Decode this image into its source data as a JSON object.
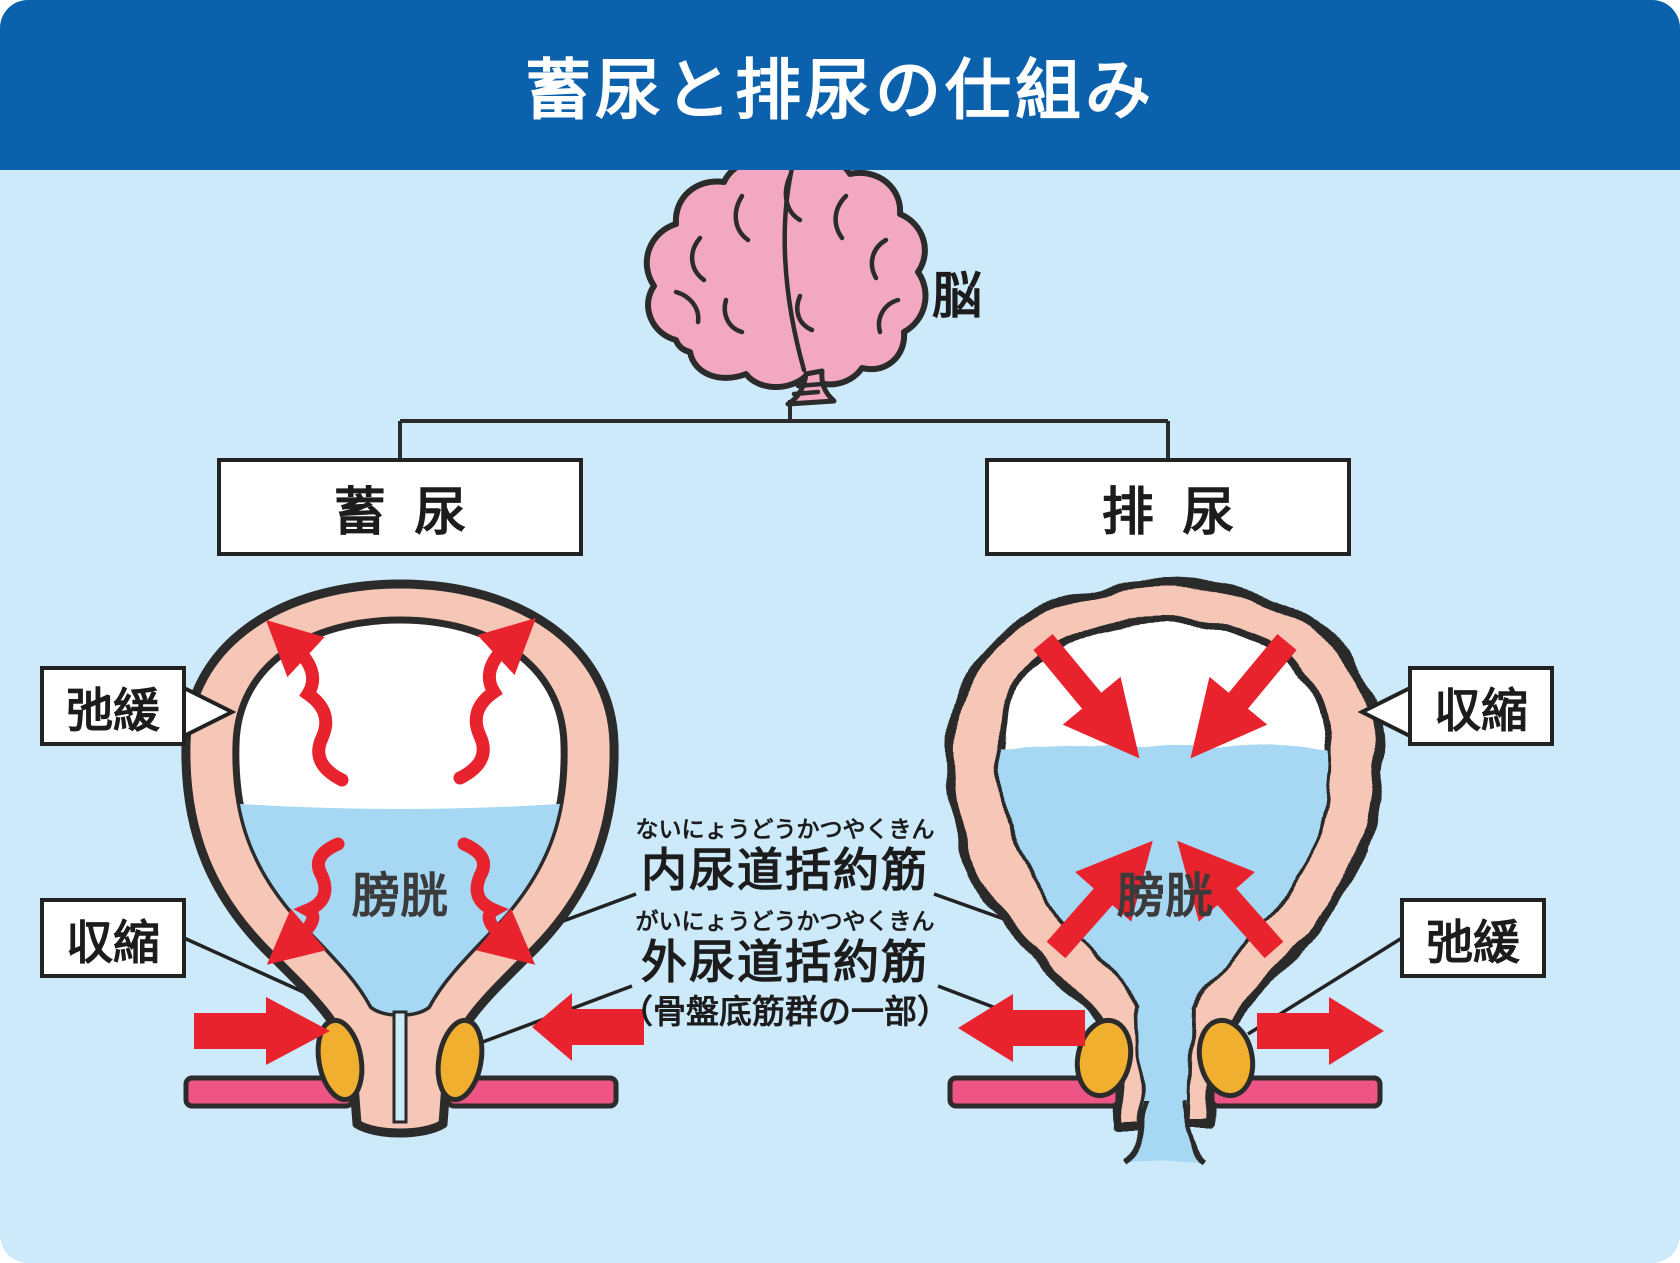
{
  "title": "蓄尿と排尿の仕組み",
  "brain": {
    "label": "脳"
  },
  "storage": {
    "heading": "蓄尿",
    "wall_state": "弛緩",
    "outlet_state": "収縮",
    "organ": "膀胱"
  },
  "voiding": {
    "heading": "排尿",
    "wall_state": "収縮",
    "outlet_state": "弛緩",
    "organ": "膀胱"
  },
  "sphincters": {
    "internal_reading": "ないにょうどうかつやくきん",
    "internal_name": "内尿道括約筋",
    "external_reading": "がいにょうどうかつやくきん",
    "external_name": "外尿道括約筋",
    "external_note": "（骨盤底筋群の一部）"
  },
  "colors": {
    "header_bg": "#0b61ac",
    "canvas_bg": "#cdeafb",
    "organ_wall": "#f6c7b6",
    "urine_blue": "#a6d7f3",
    "arrow_red": "#e8232e",
    "pelvic_floor_pink": "#ee5586",
    "sphincter_yellow": "#f1af2f",
    "outline_dark": "#2b2b2b",
    "brain_pink": "#f3a8c2"
  }
}
